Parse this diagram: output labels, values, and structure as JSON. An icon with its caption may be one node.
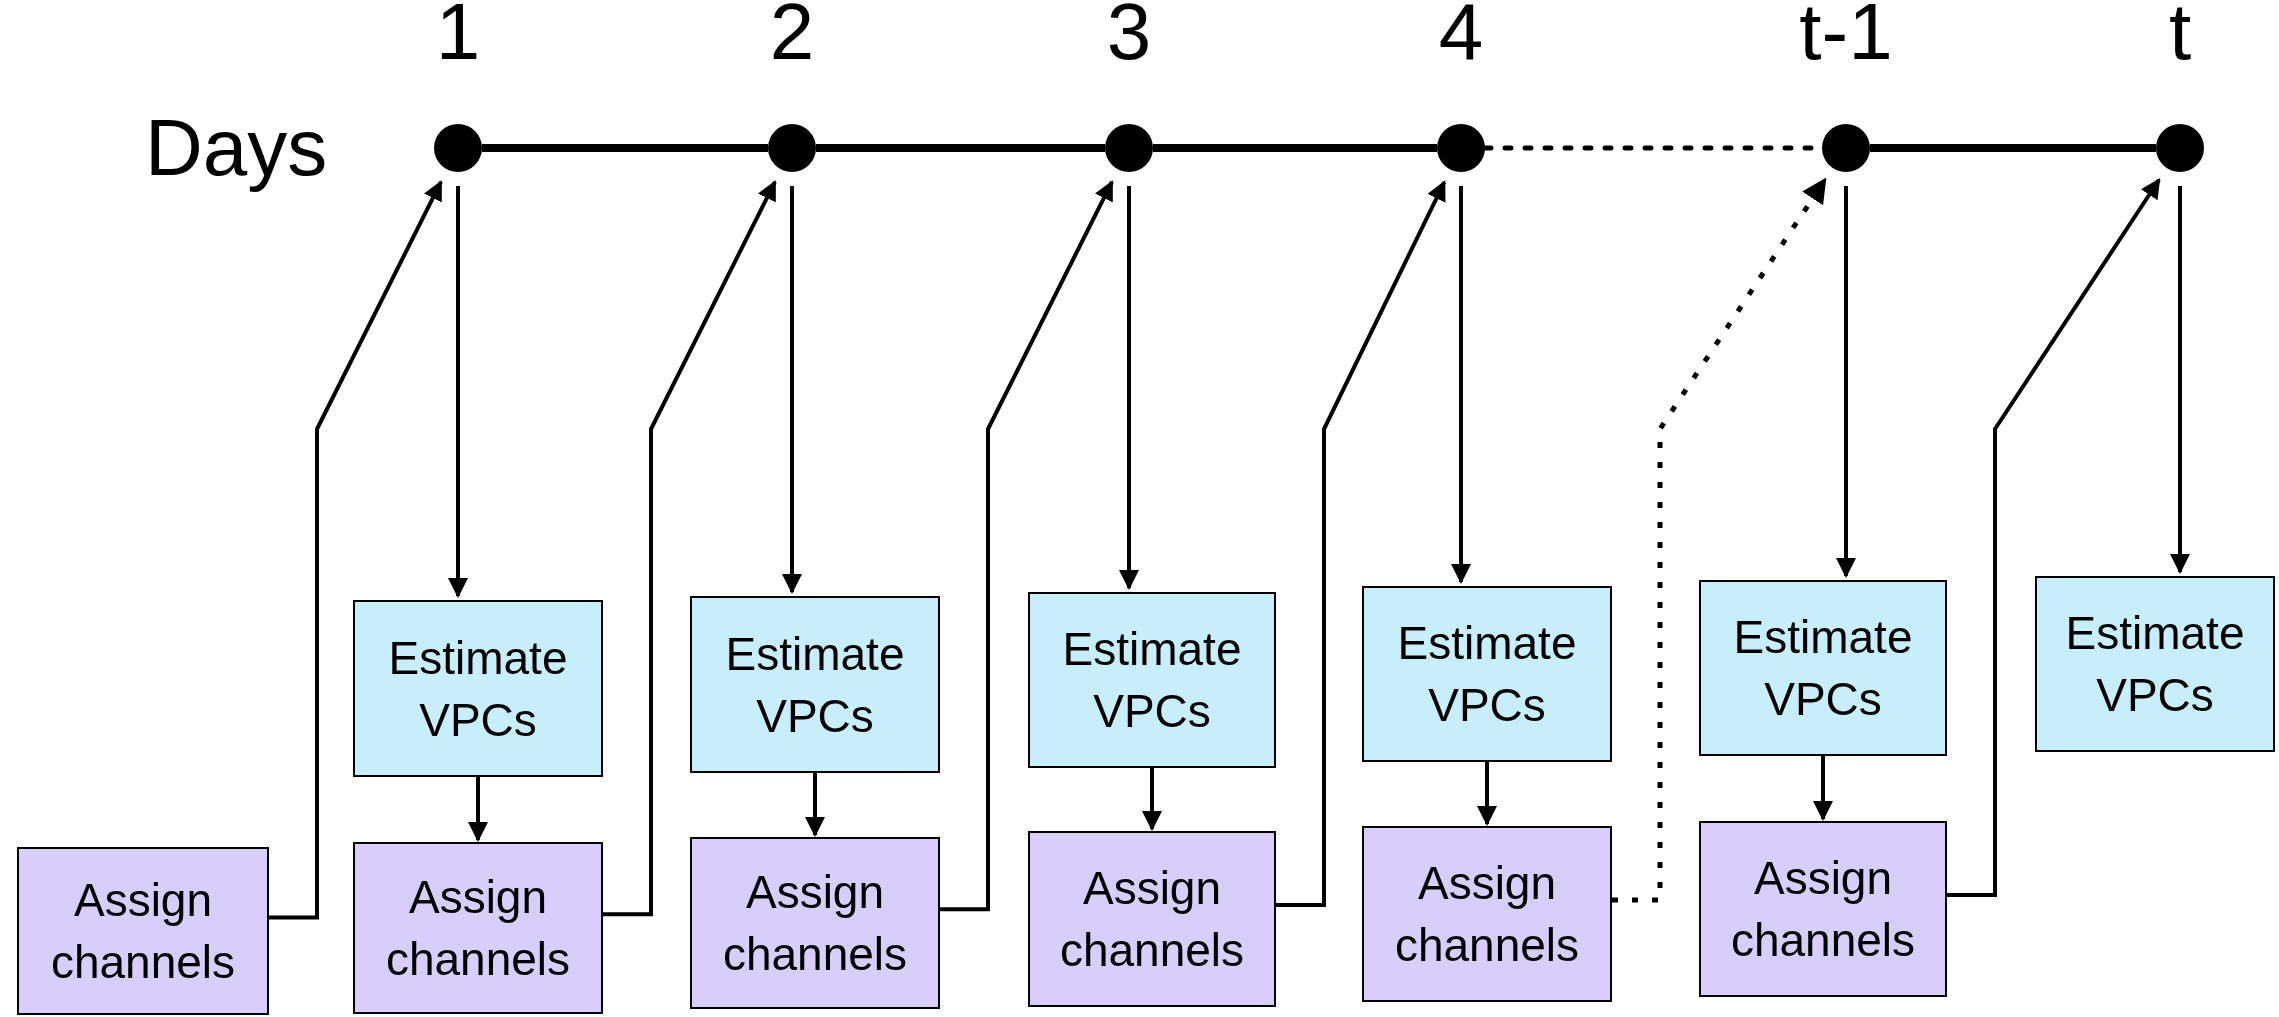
{
  "diagram": {
    "nodes": [
      {
        "text": [
          "1"
        ]
      },
      {
        "text": [
          "2"
        ]
      },
      {
        "text": [
          "3"
        ]
      },
      {
        "text": [
          "4"
        ]
      },
      {
        "text": [
          "t-1"
        ]
      },
      {
        "text": [
          "t"
        ]
      },
      {
        "text": [
          "Assign channels"
        ]
      },
      {
        "text": [
          "Estimate VPCs"
        ]
      },
      {
        "text": [
          "Assign channels"
        ]
      },
      {
        "text": [
          "Estimate VPCs"
        ]
      },
      {
        "text": [
          "Assign channels"
        ]
      },
      {
        "text": [
          "Estimate VPCs"
        ]
      },
      {
        "text": [
          "Assign channels"
        ]
      },
      {
        "text": [
          "Estimate VPCs"
        ]
      },
      {
        "text": [
          "Assign channels"
        ]
      },
      {
        "text": [
          "Estimate VPCs"
        ]
      },
      {
        "text": [
          "Assign channels"
        ]
      },
      {
        "text": [
          "Estimate VPCs"
        ]
      }
    ],
    "edges": [
      {
        "from": 0,
        "to": 1,
        "arrow": "none",
        "style": "thick"
      },
      {
        "from": 1,
        "to": 2,
        "arrow": "none",
        "style": "thick"
      },
      {
        "from": 2,
        "to": 3,
        "arrow": "none",
        "style": "thick"
      },
      {
        "from": 3,
        "to": 4,
        "arrow": "none",
        "style": "dashed"
      },
      {
        "from": 4,
        "to": 5,
        "arrow": "none",
        "style": "thick"
      },
      {
        "from": 6,
        "to": 0,
        "arrow": "to"
      },
      {
        "from": 0,
        "to": 7,
        "arrow": "to"
      },
      {
        "from": 7,
        "to": 8,
        "arrow": "to"
      },
      {
        "from": 8,
        "to": 1,
        "arrow": "to"
      },
      {
        "from": 1,
        "to": 9,
        "arrow": "to"
      },
      {
        "from": 9,
        "to": 10,
        "arrow": "to"
      },
      {
        "from": 10,
        "to": 2,
        "arrow": "to"
      },
      {
        "from": 2,
        "to": 11,
        "arrow": "to"
      },
      {
        "from": 11,
        "to": 12,
        "arrow": "to"
      },
      {
        "from": 12,
        "to": 3,
        "arrow": "to"
      },
      {
        "from": 3,
        "to": 13,
        "arrow": "to"
      },
      {
        "from": 13,
        "to": 14,
        "arrow": "to"
      },
      {
        "from": 14,
        "to": 4,
        "arrow": "to",
        "style": "dashed"
      },
      {
        "from": 4,
        "to": 15,
        "arrow": "to"
      },
      {
        "from": 15,
        "to": 16,
        "arrow": "to"
      },
      {
        "from": 16,
        "to": 5,
        "arrow": "to"
      },
      {
        "from": 5,
        "to": 17,
        "arrow": "to"
      }
    ],
    "labels": [
      "Days"
    ]
  }
}
